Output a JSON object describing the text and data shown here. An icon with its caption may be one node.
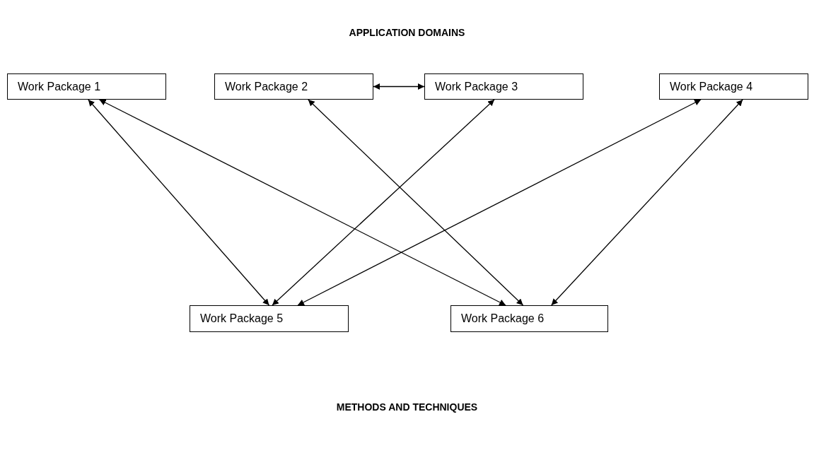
{
  "diagram": {
    "title": "APPLICATION DOMAINS",
    "nodes": [
      {
        "text": [
          "Work Package 1"
        ]
      },
      {
        "text": [
          "Work Package 2"
        ]
      },
      {
        "text": [
          "Work Package 3"
        ]
      },
      {
        "text": [
          "Work Package 4"
        ]
      },
      {
        "text": [
          "Work Package 5"
        ]
      },
      {
        "text": [
          "Work Package 6"
        ]
      }
    ],
    "edges": [
      {
        "from": 0,
        "to": 4,
        "arrow": "both"
      },
      {
        "from": 0,
        "to": 5,
        "arrow": "both"
      },
      {
        "from": 1,
        "to": 2,
        "arrow": "both"
      },
      {
        "from": 1,
        "to": 5,
        "arrow": "both"
      },
      {
        "from": 2,
        "to": 4,
        "arrow": "both"
      },
      {
        "from": 3,
        "to": 4,
        "arrow": "both"
      },
      {
        "from": 3,
        "to": 5,
        "arrow": "both"
      }
    ],
    "labels": [
      "METHODS AND TECHNIQUES"
    ]
  }
}
